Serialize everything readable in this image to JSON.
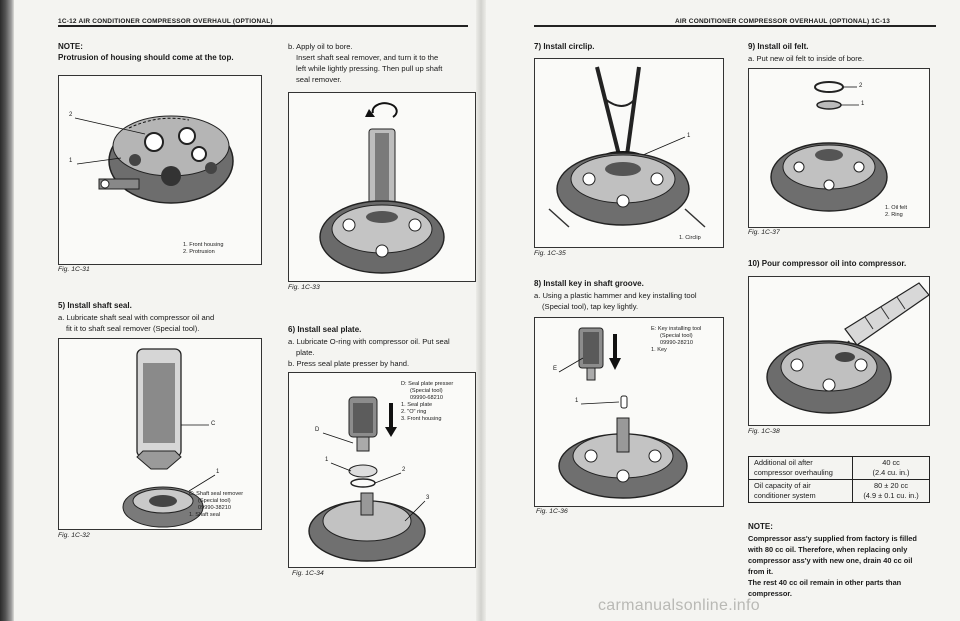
{
  "headers": {
    "left": "1C-12 AIR CONDITIONER COMPRESSOR OVERHAUL (OPTIONAL)",
    "right": "AIR CONDITIONER COMPRESSOR OVERHAUL (OPTIONAL) 1C-13"
  },
  "col1": {
    "note_title": "NOTE:",
    "note_text": "Protrusion of housing should come at the top.",
    "fig31": {
      "caption": "Fig. 1C-31",
      "legend": [
        "1. Front housing",
        "2. Protrusion"
      ],
      "callouts": [
        "2",
        "1"
      ]
    },
    "step5_title": "5) Install shaft seal.",
    "step5_a": "a. Lubricate shaft seal with compressor oil and",
    "step5_a2": "fit it to shaft seal remover (Special tool).",
    "fig32": {
      "caption": "Fig. 1C-32",
      "callouts": [
        "C",
        "1"
      ],
      "legend": [
        "C: Shaft seal remover",
        "(Special tool)",
        "09990-38210",
        "1. Shaft seal"
      ]
    }
  },
  "col2": {
    "step_b": "b. Apply oil to bore.",
    "step_b_lines": [
      "Insert shaft seal remover, and turn it to the",
      "left while lightly pressing. Then pull up shaft",
      "seal remover."
    ],
    "fig33": {
      "caption": "Fig. 1C-33"
    },
    "step6_title": "6) Install seal plate.",
    "step6_a": "a. Lubricate O-ring with compressor oil. Put seal",
    "step6_a2": "plate.",
    "step6_b": "b. Press seal plate presser by hand.",
    "fig34": {
      "caption": "Fig. 1C-34",
      "callouts": [
        "D",
        "1",
        "2",
        "3"
      ],
      "legend": [
        "D: Seal plate presser",
        "(Special tool)",
        "09990-68210",
        "1. Seal plate",
        "2. \"O\" ring",
        "3. Front housing"
      ]
    }
  },
  "col3": {
    "step7_title": "7) Install circlip.",
    "fig35": {
      "caption": "Fig. 1C-35",
      "callouts": [
        "1"
      ],
      "legend": [
        "1. Circlip"
      ]
    },
    "step8_title": "8) Install key in shaft groove.",
    "step8_a": "a. Using a plastic hammer and key installing tool",
    "step8_a2": "(Special tool), tap key lightly.",
    "fig36": {
      "caption": "Fig. 1C-36",
      "callouts": [
        "E",
        "1"
      ],
      "legend": [
        "E: Key installing tool",
        "(Special tool)",
        "09990-28210",
        "1. Key"
      ]
    }
  },
  "col4": {
    "step9_title": "9) Install oil felt.",
    "step9_a": "a. Put new oil felt to inside of bore.",
    "fig37": {
      "caption": "Fig. 1C-37",
      "callouts": [
        "2",
        "1"
      ],
      "legend": [
        "1. Oil felt",
        "2. Ring"
      ]
    },
    "step10_title": "10) Pour compressor oil into compressor.",
    "fig38": {
      "caption": "Fig. 1C-38"
    },
    "spec_rows": [
      {
        "label1": "Additional oil after",
        "label2": "compressor overhauling",
        "val1": "40 cc",
        "val2": "(2.4 cu. in.)"
      },
      {
        "label1": "Oil capacity of air",
        "label2": "conditioner system",
        "val1": "80 ± 20 cc",
        "val2": "(4.9 ± 0.1 cu. in.)"
      }
    ],
    "note_title": "NOTE:",
    "note_lines": [
      "Compressor ass'y supplied from factory is filled",
      "with 80 cc oil. Therefore, when replacing only",
      "compressor ass'y with new one, drain 40 cc oil",
      "from it.",
      "The rest 40 cc oil remain in other parts than",
      "compressor."
    ]
  },
  "watermark": "carmanualsonline.info"
}
